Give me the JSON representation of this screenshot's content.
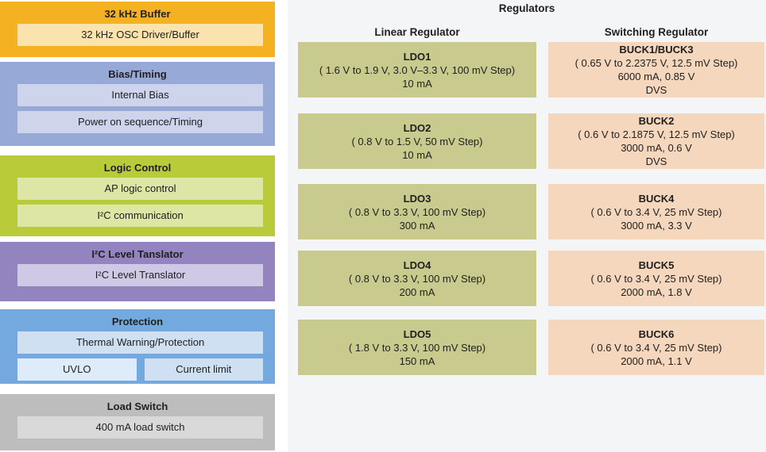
{
  "palette": {
    "page_bg": "#ffffff",
    "panel_bg": "#f4f5f7",
    "orange": "#f4b223",
    "orange_light": "#fbe3ae",
    "blue": "#97a9d6",
    "blue_light": "#cdd4ec",
    "green": "#b9cb38",
    "green_light": "#dde6a4",
    "purple": "#9384bf",
    "purple_light": "#d0c9e6",
    "protection_blue": "#73a9de",
    "protection_light": "#cfe0f2",
    "protection_lighter": "#deecf9",
    "gray": "#bdbdbd",
    "gray_light": "#d9d9d9",
    "ldo_fill": "#c9ca8e",
    "buck_fill": "#f4d7bd"
  },
  "blocks": {
    "buffer32k": {
      "title": "32 kHz Buffer",
      "items": [
        "32 kHz OSC Driver/Buffer"
      ]
    },
    "bias_timing": {
      "title": "Bias/Timing",
      "items": [
        "Internal Bias",
        "Power on sequence/Timing"
      ]
    },
    "logic_control": {
      "title": "Logic Control",
      "items": [
        "AP logic control",
        "I²C communication"
      ]
    },
    "i2c_translator": {
      "title": "I²C Level Tanslator",
      "items": [
        "I²C Level Translator"
      ]
    },
    "protection": {
      "title": "Protection",
      "items": [
        "Thermal Warning/Protection",
        "UVLO",
        "Current limit"
      ]
    },
    "load_switch": {
      "title": "Load Switch",
      "items": [
        "400 mA load switch"
      ]
    }
  },
  "regulators": {
    "title": "Regulators",
    "linear": {
      "header": "Linear Regulator",
      "items": [
        {
          "name": "LDO1",
          "lines": [
            "( 1.6 V to 1.9 V, 3.0 V–3.3 V, 100 mV Step)",
            "10 mA"
          ]
        },
        {
          "name": "LDO2",
          "lines": [
            "( 0.8 V to 1.5 V, 50 mV Step)",
            "10 mA"
          ]
        },
        {
          "name": "LDO3",
          "lines": [
            "( 0.8 V to 3.3 V, 100 mV Step)",
            "300 mA"
          ]
        },
        {
          "name": "LDO4",
          "lines": [
            "( 0.8 V to 3.3 V, 100 mV Step)",
            "200 mA"
          ]
        },
        {
          "name": "LDO5",
          "lines": [
            "( 1.8 V to 3.3 V, 100 mV Step)",
            "150 mA"
          ]
        }
      ]
    },
    "switching": {
      "header": "Switching Regulator",
      "items": [
        {
          "name": "BUCK1/BUCK3",
          "lines": [
            "( 0.65 V to 2.2375 V, 12.5 mV Step)",
            "6000 mA, 0.85 V",
            "DVS"
          ]
        },
        {
          "name": "BUCK2",
          "lines": [
            "( 0.6 V to 2.1875 V, 12.5 mV Step)",
            "3000 mA, 0.6 V",
            "DVS"
          ]
        },
        {
          "name": "BUCK4",
          "lines": [
            "( 0.6 V to 3.4 V, 25 mV Step)",
            "3000 mA, 3.3 V"
          ]
        },
        {
          "name": "BUCK5",
          "lines": [
            "( 0.6 V to 3.4 V, 25 mV Step)",
            "2000 mA, 1.8 V"
          ]
        },
        {
          "name": "BUCK6",
          "lines": [
            "( 0.6 V to 3.4 V, 25 mV Step)",
            "2000 mA, 1.1 V"
          ]
        }
      ]
    }
  }
}
